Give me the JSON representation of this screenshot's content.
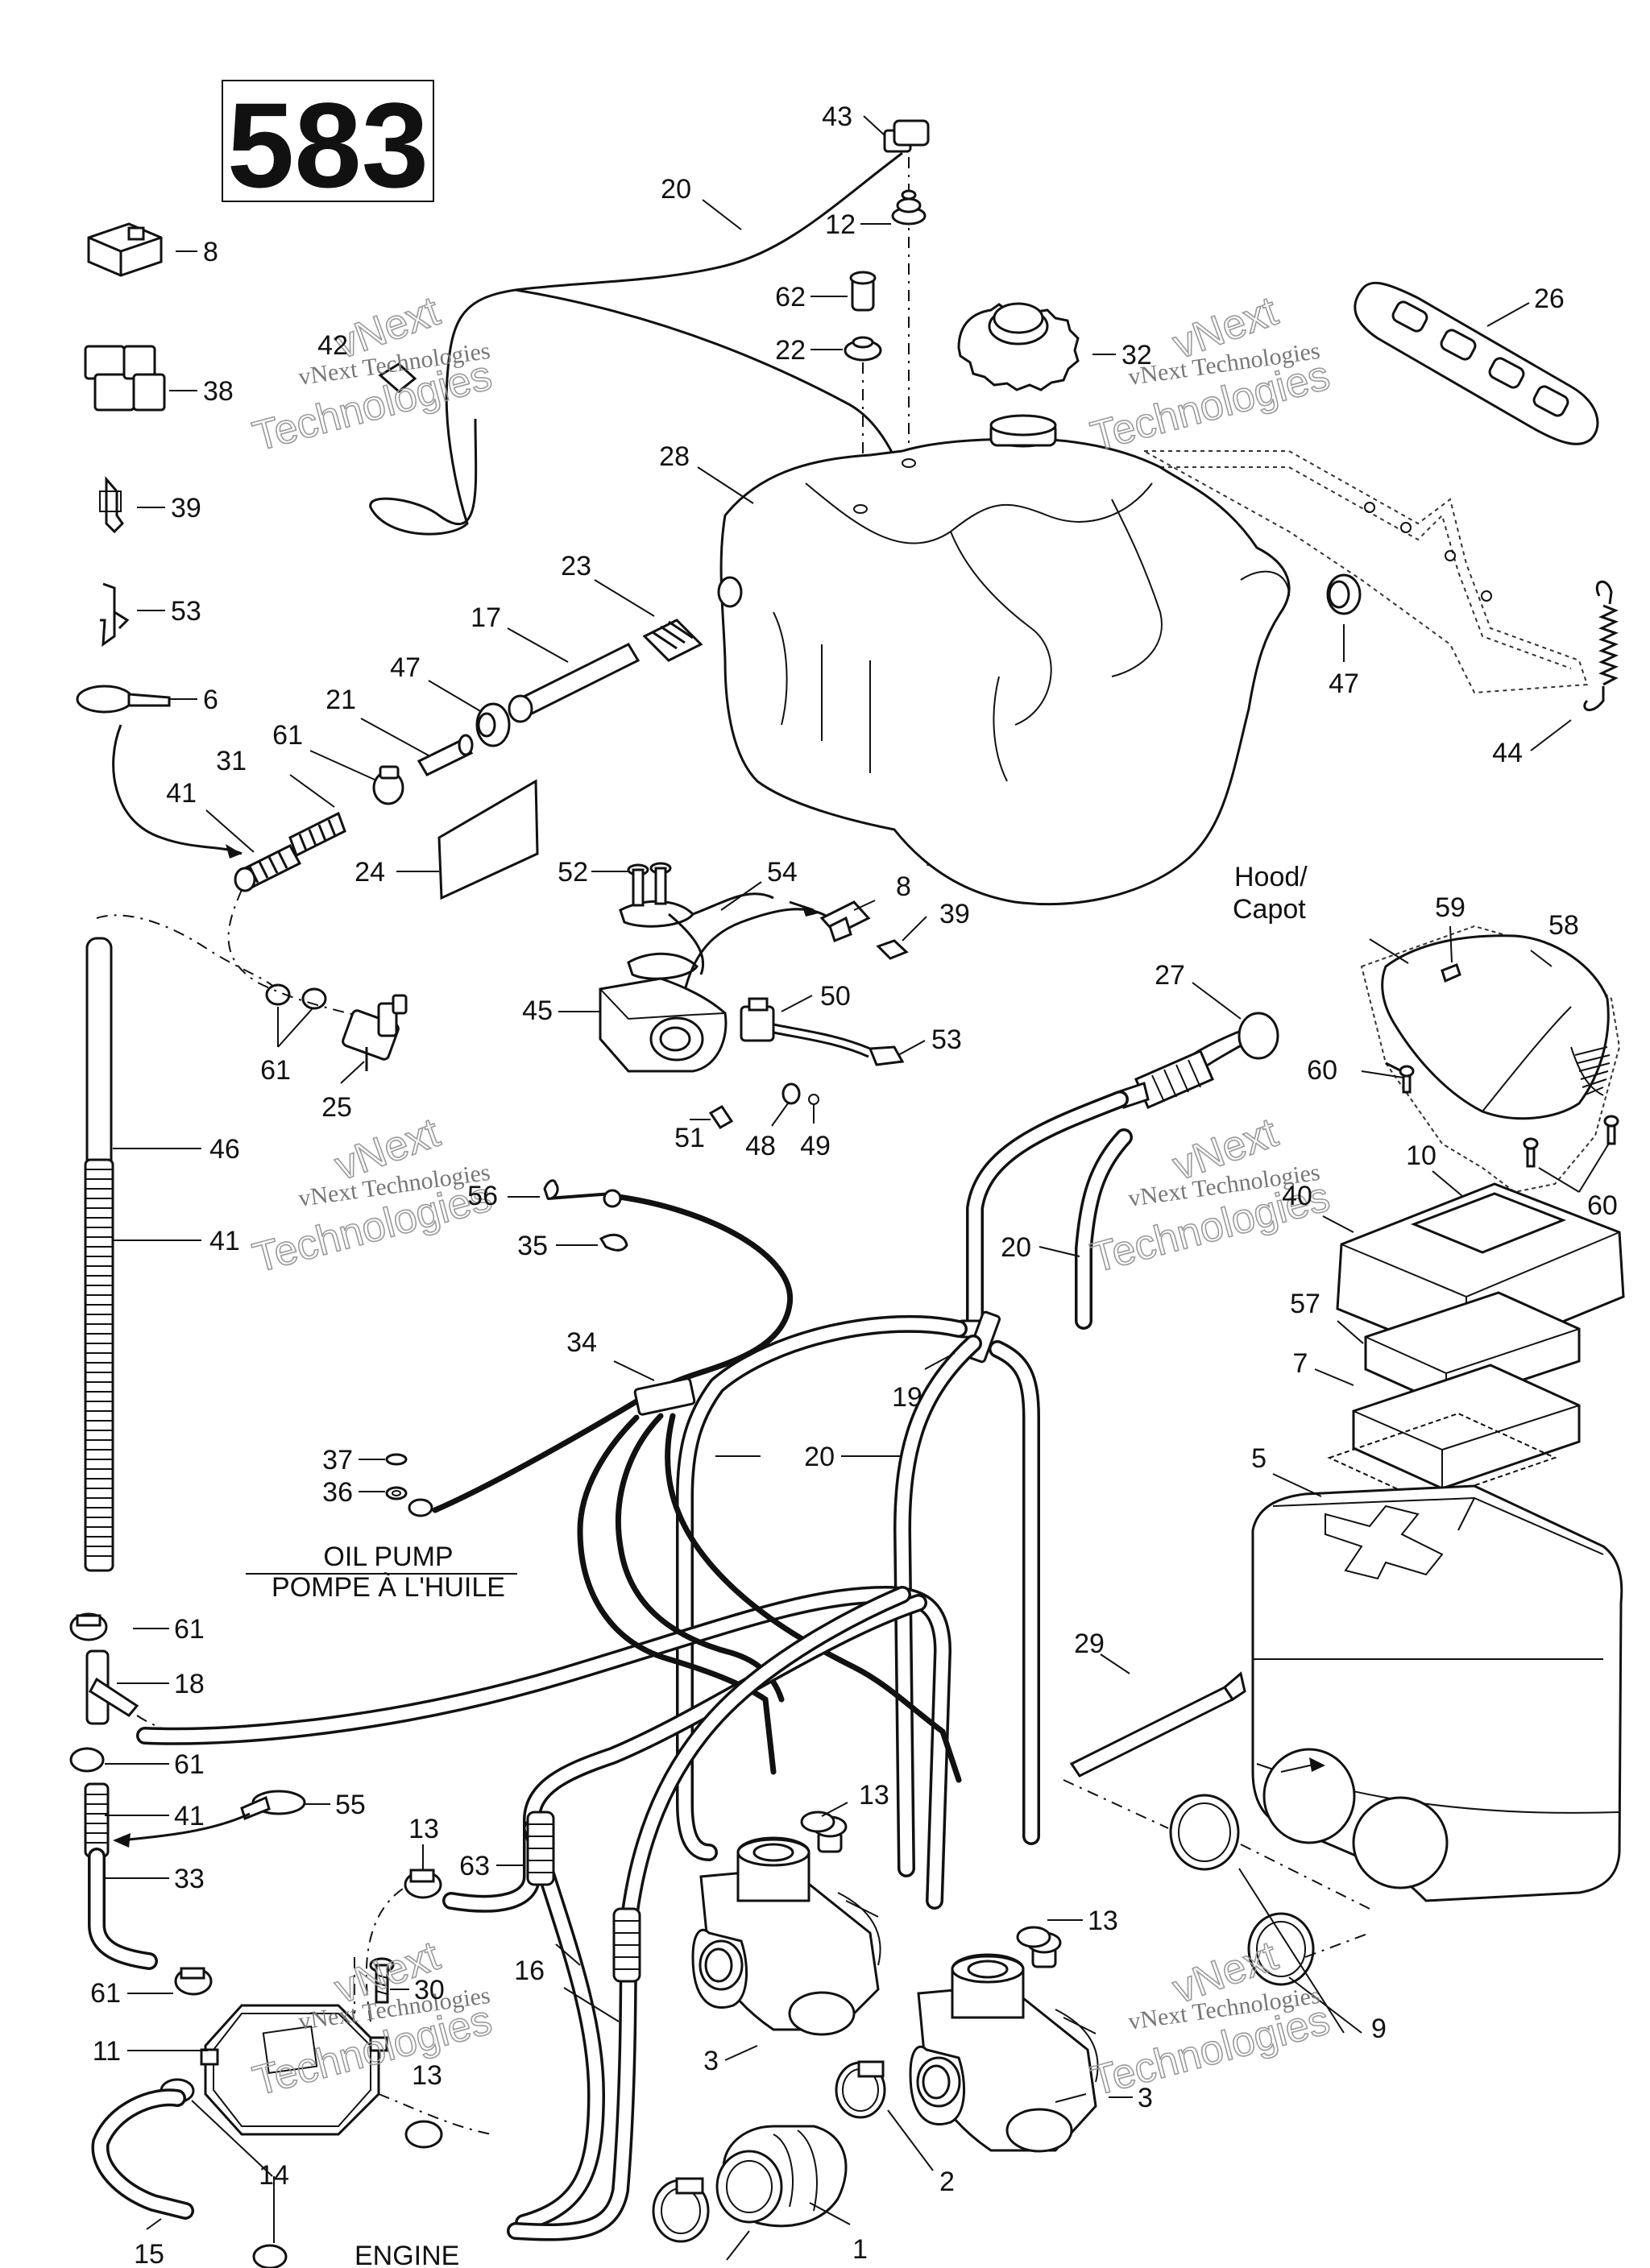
{
  "page_number": "583",
  "section_labels": {
    "hood_en": "Hood/",
    "hood_fr": "Capot",
    "oil_pump_en": "OIL PUMP",
    "oil_pump_fr": "POMPE À L'HUILE",
    "engine": "ENGINE"
  },
  "watermark": {
    "brand": "vNext",
    "line": "vNext Technologies",
    "word": "Technologies"
  },
  "callouts": {
    "c43": "43",
    "c20a": "20",
    "c12": "12",
    "c62": "62",
    "c22": "22",
    "c32": "32",
    "c26": "26",
    "c8a": "8",
    "c38": "38",
    "c42": "42",
    "c39a": "39",
    "c53a": "53",
    "c6": "6",
    "c28": "28",
    "c23": "23",
    "c17": "17",
    "c47a": "47",
    "c21": "21",
    "c61a": "61",
    "c31": "31",
    "c41a": "41",
    "c24": "24",
    "c47b": "47",
    "c44": "44",
    "c52": "52",
    "c54": "54",
    "c8b": "8",
    "c39b": "39",
    "c61b": "61",
    "c25": "25",
    "c45": "45",
    "c50": "50",
    "c53b": "53",
    "c51": "51",
    "c48": "48",
    "c49": "49",
    "c27": "27",
    "c59": "59",
    "c58": "58",
    "c60a": "60",
    "c60b": "60",
    "c46": "46",
    "c41b": "41",
    "c56": "56",
    "c35": "35",
    "c10": "10",
    "c40": "40",
    "c20b": "20",
    "c34": "34",
    "c19": "19",
    "c57": "57",
    "c7": "7",
    "c20c": "20",
    "c37": "37",
    "c36": "36",
    "c5": "5",
    "c61c": "61",
    "c18": "18",
    "c29": "29",
    "c61d": "61",
    "c41c": "41",
    "c55": "55",
    "c13a": "13",
    "c13b": "13",
    "c63": "63",
    "c33": "33",
    "c13c": "13",
    "c30": "30",
    "c16": "16",
    "c61e": "61",
    "c11": "11",
    "c3a": "3",
    "c9": "9",
    "c13d": "13",
    "c3b": "3",
    "c14": "14",
    "c2": "2",
    "c15": "15",
    "c1": "1"
  }
}
